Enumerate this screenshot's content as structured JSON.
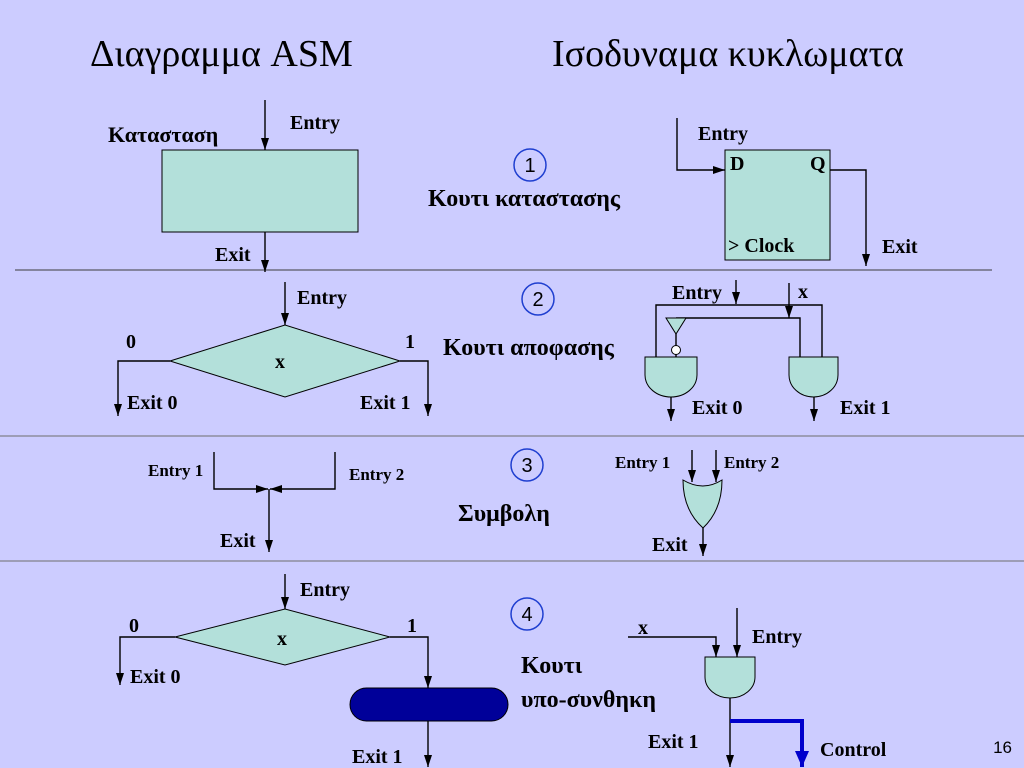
{
  "slide": {
    "title_left": "Διαγραμμα ASM",
    "title_right": "Ισοδυναμα κυκλωματα",
    "page_number": "16"
  },
  "colors": {
    "background": "#CCCCFF",
    "box_fill": "#B3E0DA",
    "badge_ring": "#1F3FD0",
    "conditional_box_fill": "#000099",
    "control_line": "#0000CC"
  },
  "state_box": {
    "badge": "1",
    "caption": "Κουτι καταστασης",
    "asm": {
      "state_label": "Κατασταση",
      "entry": "Entry",
      "exit": "Exit"
    },
    "circuit": {
      "entry": "Entry",
      "d": "D",
      "q": "Q",
      "clock": "> Clock",
      "exit": "Exit"
    }
  },
  "decision_box": {
    "badge": "2",
    "caption": "Κουτι αποφασης",
    "asm": {
      "entry": "Entry",
      "condition": "x",
      "false_branch": "0",
      "true_branch": "1",
      "exit_0": "Exit 0",
      "exit_1": "Exit 1"
    },
    "circuit": {
      "entry": "Entry",
      "input": "x",
      "exit_0": "Exit 0",
      "exit_1": "Exit 1"
    }
  },
  "junction": {
    "badge": "3",
    "caption": "Συμβολη",
    "asm": {
      "entry_1": "Entry 1",
      "entry_2": "Entry 2",
      "exit": "Exit"
    },
    "circuit": {
      "entry_1": "Entry 1",
      "entry_2": "Entry 2",
      "exit": "Exit"
    }
  },
  "conditional_box": {
    "badge": "4",
    "caption_line_1": "Κουτι",
    "caption_line_2": "υπο-συνθηκη",
    "asm": {
      "entry": "Entry",
      "condition": "x",
      "false_branch": "0",
      "true_branch": "1",
      "exit_0": "Exit 0",
      "exit_1": "Exit 1"
    },
    "circuit": {
      "input": "x",
      "entry": "Entry",
      "exit_1": "Exit 1",
      "control": "Control"
    }
  }
}
